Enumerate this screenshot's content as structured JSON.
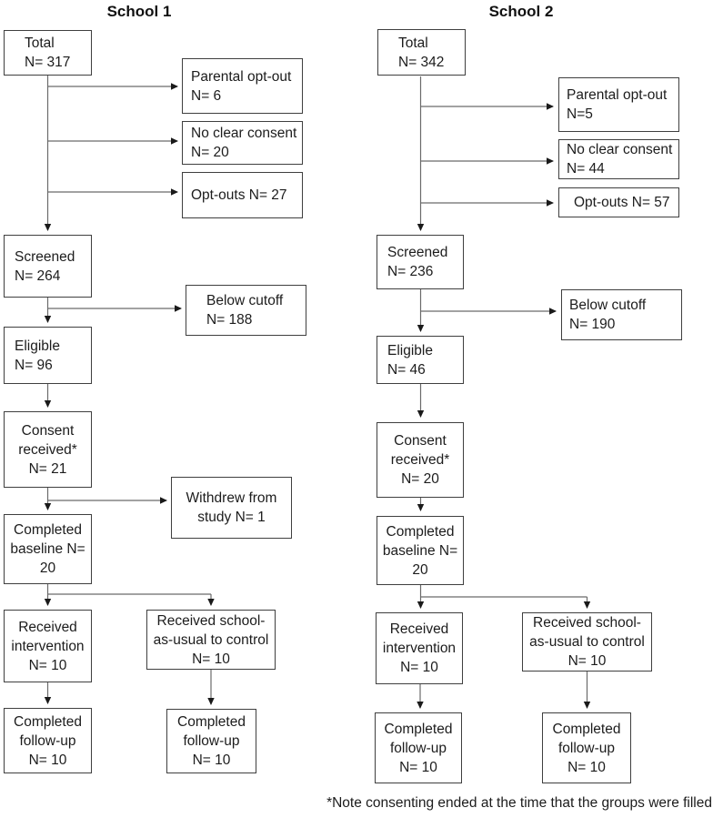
{
  "school1": {
    "title": "School 1",
    "nodes": {
      "total": "Total\nN= 317",
      "parental_opt_out": "Parental opt-out\nN= 6",
      "no_clear_consent": "No clear consent\nN= 20",
      "opt_outs": "Opt-outs N= 27",
      "screened": "Screened\nN= 264",
      "below_cutoff": "Below cutoff\nN= 188",
      "eligible": "Eligible\nN= 96",
      "consent_received": "Consent\nreceived*\nN= 21",
      "withdrew": "Withdrew from\nstudy N= 1",
      "completed_baseline": "Completed\nbaseline N=\n20",
      "received_intervention": "Received\nintervention\nN= 10",
      "received_control": "Received school-\nas-usual to control\nN= 10",
      "followup_intervention": "Completed\nfollow-up\nN= 10",
      "followup_control": "Completed\nfollow-up\nN= 10"
    }
  },
  "school2": {
    "title": "School 2",
    "nodes": {
      "total": "Total\nN= 342",
      "parental_opt_out": "Parental opt-out\nN=5",
      "no_clear_consent": "No clear consent\nN= 44",
      "opt_outs": "Opt-outs N= 57",
      "screened": "Screened\nN= 236",
      "below_cutoff": "Below cutoff\nN= 190",
      "eligible": "Eligible\nN= 46",
      "consent_received": "Consent\nreceived*\nN= 20",
      "completed_baseline": "Completed\nbaseline N=\n20",
      "received_intervention": "Received\nintervention\nN= 10",
      "received_control": "Received school-\nas-usual to control\nN= 10",
      "followup_intervention": "Completed\nfollow-up\nN= 10",
      "followup_control": "Completed\nfollow-up\nN= 10"
    }
  },
  "footnote": "*Note consenting ended at the time that the groups were filled",
  "colors": {
    "box_border": "#3f3f3f",
    "line": "#6b6b6b",
    "arrowhead": "#1a1a1a",
    "text": "#1c1c1c",
    "background": "#ffffff"
  }
}
